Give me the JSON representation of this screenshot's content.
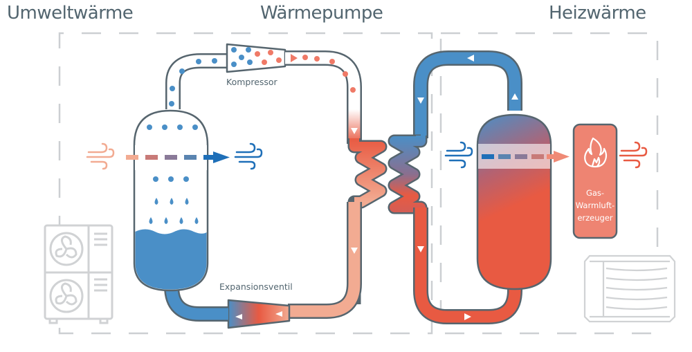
{
  "diagram": {
    "sections": {
      "left_title": "Umweltwärme",
      "center_title": "Wärmepumpe",
      "right_title": "Heizwärme"
    },
    "components": {
      "compressor": "Kompressor",
      "expansion_valve": "Expansionsventil",
      "gas_heater_line1": "Gas-",
      "gas_heater_line2": "Warmluft-",
      "gas_heater_line3": "erzeuger"
    },
    "icons": [
      "outdoor-unit-icon",
      "wind-icon",
      "flame-icon",
      "heater-unit-icon",
      "flow-arrow-icon",
      "droplet-icon"
    ],
    "colors": {
      "cold": "#4a8fc7",
      "hot": "#e85a42",
      "warm": "#f2ab92",
      "dot_hot": "#ef7a67",
      "outline": "#56656e",
      "text": "#52656f",
      "box_dash": "#cccfd2",
      "gas_heater": "#ee8472",
      "appliance_gray": "#d0d2d4"
    }
  }
}
